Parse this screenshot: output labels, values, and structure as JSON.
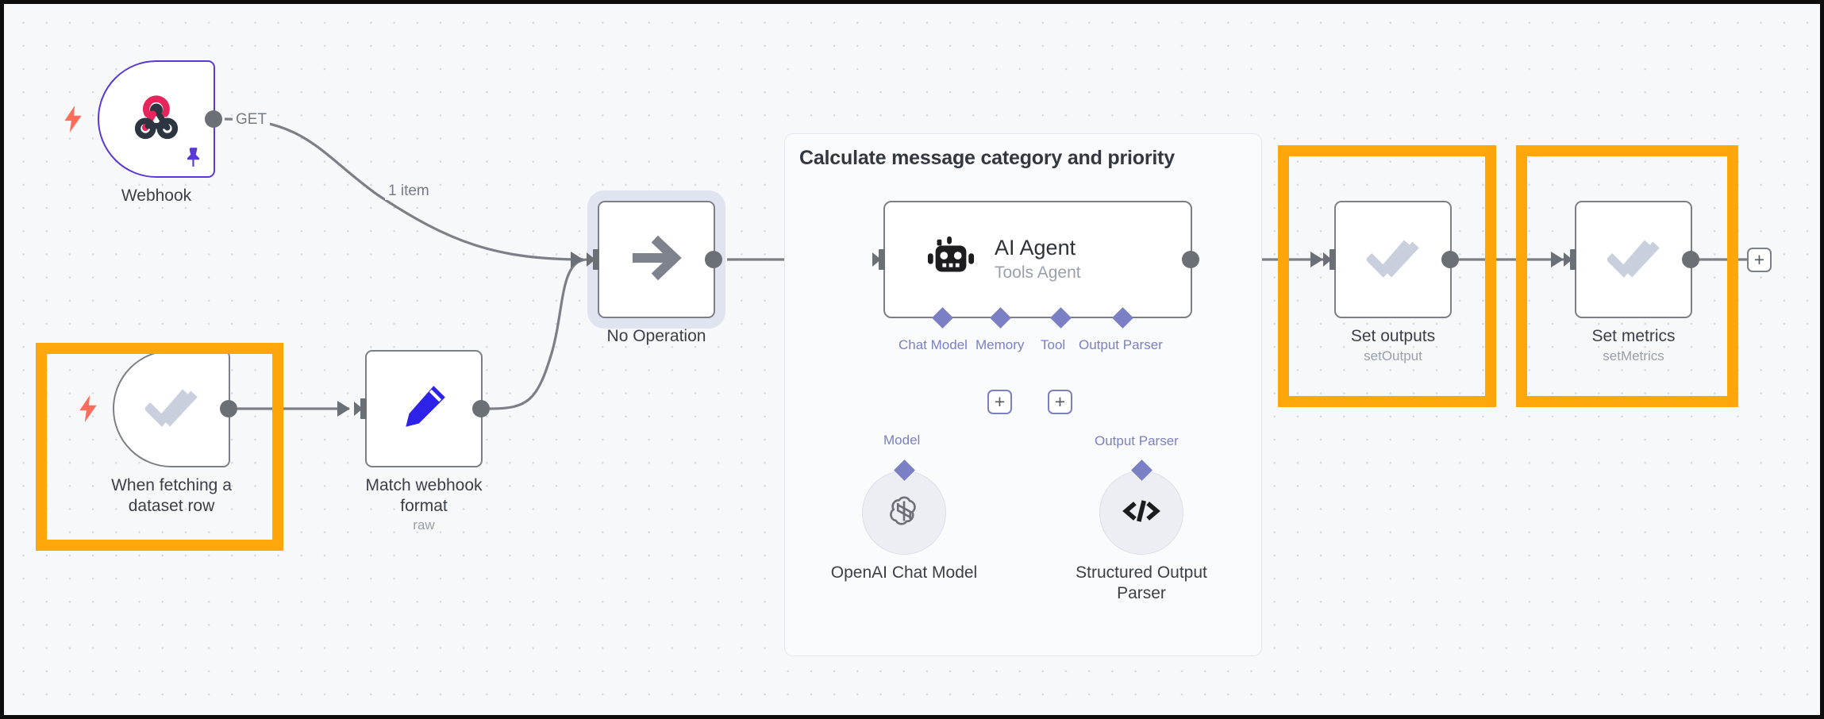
{
  "canvas": {
    "background_color": "#f7f8fa",
    "grid": "dot-grid",
    "highlight_color": "#ffa70a"
  },
  "group": {
    "title": "Calculate message category and priority"
  },
  "nodes": [
    {
      "id": "webhook",
      "label": "Webhook",
      "subtitle": "",
      "icon": "webhook-icon",
      "trigger": true,
      "pinned": true,
      "border_color": "#5b39d6"
    },
    {
      "id": "when-fetching-dataset-row",
      "label": "When fetching a dataset row",
      "subtitle": "",
      "icon": "double-check-icon",
      "trigger": true,
      "highlighted": true
    },
    {
      "id": "match-webhook-format",
      "label": "Match webhook format",
      "subtitle": "raw",
      "icon": "pencil-icon"
    },
    {
      "id": "no-operation",
      "label": "No Operation",
      "subtitle": "",
      "icon": "arrow-right-icon",
      "selected": true
    },
    {
      "id": "ai-agent",
      "label": "AI Agent",
      "subtitle": "Tools Agent",
      "icon": "robot-icon"
    },
    {
      "id": "set-outputs",
      "label": "Set outputs",
      "subtitle": "setOutput",
      "icon": "double-check-icon",
      "highlighted": true
    },
    {
      "id": "set-metrics",
      "label": "Set metrics",
      "subtitle": "setMetrics",
      "icon": "double-check-icon",
      "highlighted": true
    },
    {
      "id": "openai-chat-model",
      "label": "OpenAI Chat Model",
      "subtitle": "",
      "icon": "openai-icon",
      "shape": "circle"
    },
    {
      "id": "structured-output-parser",
      "label": "Structured Output Parser",
      "subtitle": "",
      "icon": "code-brackets-icon",
      "shape": "circle"
    }
  ],
  "agent_ports": [
    {
      "id": "chat-model",
      "label": "Chat Model"
    },
    {
      "id": "memory",
      "label": "Memory"
    },
    {
      "id": "tool",
      "label": "Tool"
    },
    {
      "id": "output-parser",
      "label": "Output Parser"
    }
  ],
  "sub_port_labels": [
    {
      "id": "model",
      "label": "Model"
    },
    {
      "id": "output-parser-lower",
      "label": "Output Parser"
    }
  ],
  "edge_labels": [
    {
      "id": "webhook-method",
      "label": "GET"
    },
    {
      "id": "webhook-items",
      "label": "1 item"
    }
  ],
  "buttons": {
    "add_memory": "+",
    "add_tool": "+",
    "add_next_node": "+"
  }
}
